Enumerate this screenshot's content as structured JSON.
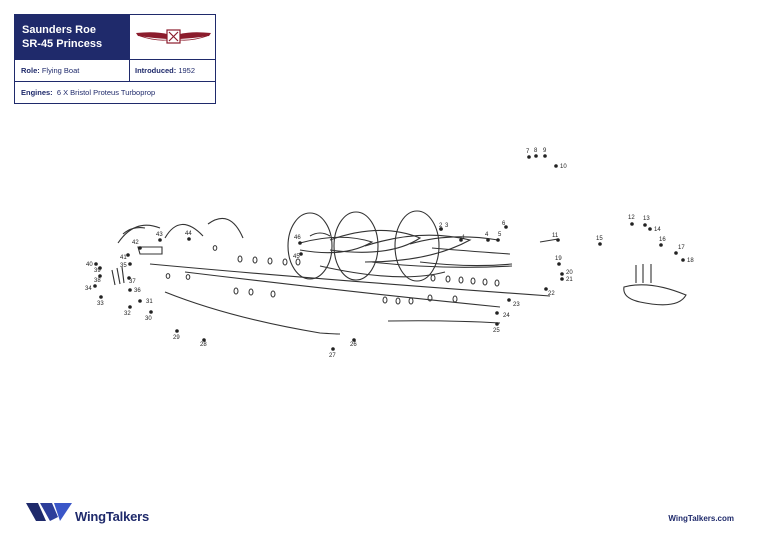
{
  "card": {
    "title_line1": "Saunders Roe",
    "title_line2": "SR-45 Princess",
    "role_label": "Role:",
    "role_value": "Flying Boat",
    "introduced_label": "Introduced:",
    "introduced_value": "1952",
    "engines_label": "Engines:",
    "engines_value": "6 X Bristol Proteus Turboprop"
  },
  "puzzle": {
    "dots": [
      {
        "n": "1"
      },
      {
        "n": "2"
      },
      {
        "n": "3"
      },
      {
        "n": "4"
      },
      {
        "n": "5"
      },
      {
        "n": "6"
      },
      {
        "n": "7"
      },
      {
        "n": "8"
      },
      {
        "n": "9"
      },
      {
        "n": "10"
      },
      {
        "n": "11"
      },
      {
        "n": "12"
      },
      {
        "n": "13"
      },
      {
        "n": "14"
      },
      {
        "n": "15"
      },
      {
        "n": "16"
      },
      {
        "n": "17"
      },
      {
        "n": "18"
      },
      {
        "n": "19"
      },
      {
        "n": "20"
      },
      {
        "n": "21"
      },
      {
        "n": "22"
      },
      {
        "n": "23"
      },
      {
        "n": "24"
      },
      {
        "n": "25"
      },
      {
        "n": "26"
      },
      {
        "n": "27"
      },
      {
        "n": "28"
      },
      {
        "n": "29"
      },
      {
        "n": "30"
      },
      {
        "n": "31"
      },
      {
        "n": "32"
      },
      {
        "n": "33"
      },
      {
        "n": "34"
      },
      {
        "n": "35"
      },
      {
        "n": "36"
      },
      {
        "n": "37"
      },
      {
        "n": "38"
      },
      {
        "n": "39"
      },
      {
        "n": "40"
      },
      {
        "n": "41"
      },
      {
        "n": "42"
      },
      {
        "n": "43"
      },
      {
        "n": "44"
      },
      {
        "n": "45"
      },
      {
        "n": "46"
      }
    ]
  },
  "footer": {
    "brand": "WingTalkers",
    "website": "WingTalkers.com"
  },
  "colors": {
    "navy": "#1f2a6b",
    "badge_red": "#8b1c2c"
  }
}
